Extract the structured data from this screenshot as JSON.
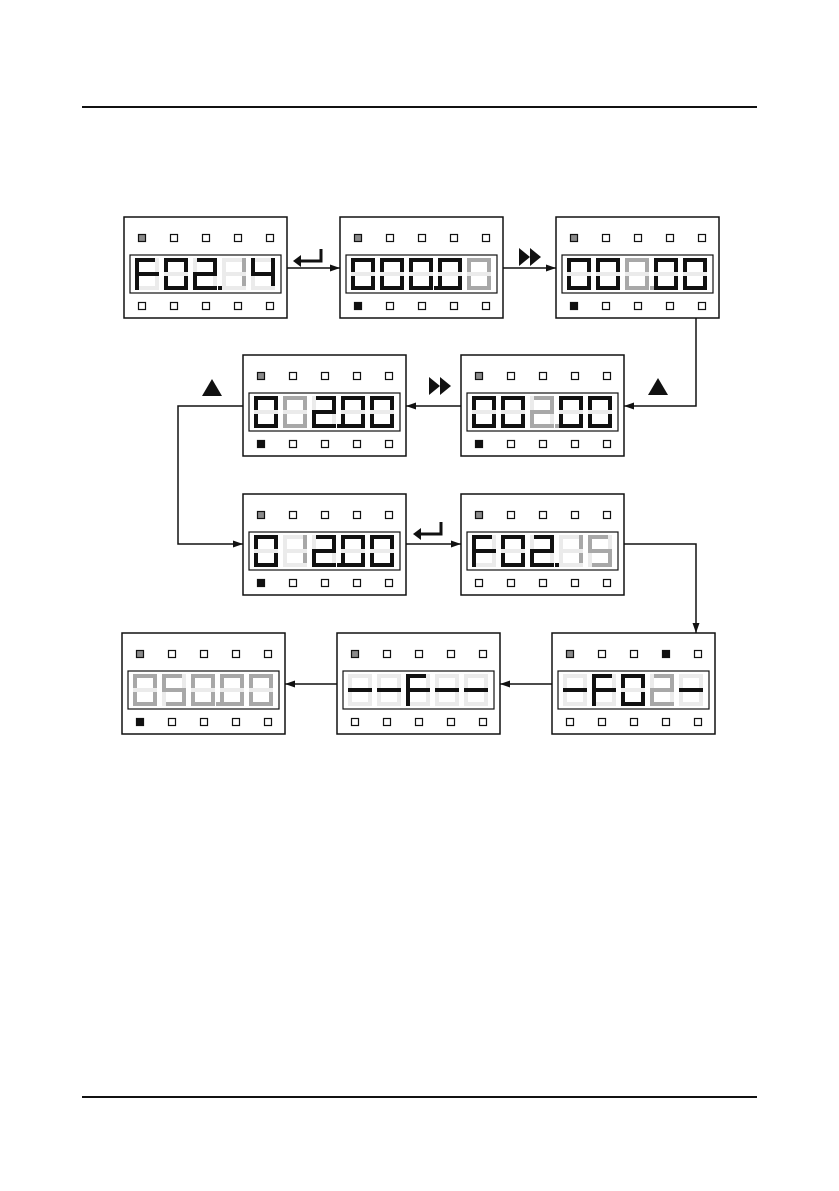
{
  "colors": {
    "lit": "#111111",
    "dim": "#a8a8a8",
    "unlit": "#ebebeb",
    "led_gray": "#8a8a8a",
    "led_on": "#111111",
    "line": "#111111"
  },
  "panels": [
    {
      "id": "p1",
      "digits": [
        {
          "ch": "F",
          "s": "lit"
        },
        {
          "ch": "0",
          "s": "lit"
        },
        {
          "ch": "2",
          "s": "lit",
          "dp": true
        },
        {
          "ch": "1",
          "s": "dim"
        },
        {
          "ch": "4",
          "s": "lit"
        }
      ],
      "top_leds": [
        "gray",
        "off",
        "off",
        "off",
        "off"
      ],
      "bottom_leds": [
        "off",
        "off",
        "off",
        "off",
        "off"
      ]
    },
    {
      "id": "p2",
      "digits": [
        {
          "ch": "0",
          "s": "lit"
        },
        {
          "ch": "0",
          "s": "lit"
        },
        {
          "ch": "0",
          "s": "lit",
          "dp": true
        },
        {
          "ch": "0",
          "s": "lit"
        },
        {
          "ch": "0",
          "s": "dim"
        }
      ],
      "top_leds": [
        "gray",
        "off",
        "off",
        "off",
        "off"
      ],
      "bottom_leds": [
        "on",
        "off",
        "off",
        "off",
        "off"
      ]
    },
    {
      "id": "p3",
      "digits": [
        {
          "ch": "0",
          "s": "lit"
        },
        {
          "ch": "0",
          "s": "lit"
        },
        {
          "ch": "0",
          "s": "dim",
          "dp": true
        },
        {
          "ch": "0",
          "s": "lit"
        },
        {
          "ch": "0",
          "s": "lit"
        }
      ],
      "top_leds": [
        "gray",
        "off",
        "off",
        "off",
        "off"
      ],
      "bottom_leds": [
        "on",
        "off",
        "off",
        "off",
        "off"
      ]
    },
    {
      "id": "p4",
      "digits": [
        {
          "ch": "0",
          "s": "lit"
        },
        {
          "ch": "0",
          "s": "lit"
        },
        {
          "ch": "2",
          "s": "dim",
          "dp": true
        },
        {
          "ch": "0",
          "s": "lit"
        },
        {
          "ch": "0",
          "s": "lit"
        }
      ],
      "top_leds": [
        "gray",
        "off",
        "off",
        "off",
        "off"
      ],
      "bottom_leds": [
        "on",
        "off",
        "off",
        "off",
        "off"
      ]
    },
    {
      "id": "p5",
      "digits": [
        {
          "ch": "0",
          "s": "lit"
        },
        {
          "ch": "0",
          "s": "dim"
        },
        {
          "ch": "2",
          "s": "lit",
          "dp": true
        },
        {
          "ch": "0",
          "s": "lit"
        },
        {
          "ch": "0",
          "s": "lit"
        }
      ],
      "top_leds": [
        "gray",
        "off",
        "off",
        "off",
        "off"
      ],
      "bottom_leds": [
        "on",
        "off",
        "off",
        "off",
        "off"
      ]
    },
    {
      "id": "p6",
      "digits": [
        {
          "ch": "0",
          "s": "lit"
        },
        {
          "ch": "1",
          "s": "dim"
        },
        {
          "ch": "2",
          "s": "lit",
          "dp": true
        },
        {
          "ch": "0",
          "s": "lit"
        },
        {
          "ch": "0",
          "s": "lit"
        }
      ],
      "top_leds": [
        "gray",
        "off",
        "off",
        "off",
        "off"
      ],
      "bottom_leds": [
        "on",
        "off",
        "off",
        "off",
        "off"
      ]
    },
    {
      "id": "p7",
      "digits": [
        {
          "ch": "F",
          "s": "lit"
        },
        {
          "ch": "0",
          "s": "lit"
        },
        {
          "ch": "2",
          "s": "lit",
          "dp": true
        },
        {
          "ch": "1",
          "s": "dim"
        },
        {
          "ch": "5",
          "s": "dim"
        }
      ],
      "top_leds": [
        "gray",
        "off",
        "off",
        "off",
        "off"
      ],
      "bottom_leds": [
        "off",
        "off",
        "off",
        "off",
        "off"
      ]
    },
    {
      "id": "p8",
      "digits": [
        {
          "ch": "-",
          "s": "lit"
        },
        {
          "ch": "F",
          "s": "lit"
        },
        {
          "ch": "0",
          "s": "lit"
        },
        {
          "ch": "2",
          "s": "dim"
        },
        {
          "ch": "-",
          "s": "lit"
        }
      ],
      "top_leds": [
        "gray",
        "off",
        "off",
        "on",
        "off"
      ],
      "bottom_leds": [
        "off",
        "off",
        "off",
        "off",
        "off"
      ]
    },
    {
      "id": "p9",
      "digits": [
        {
          "ch": "-",
          "s": "lit"
        },
        {
          "ch": "-",
          "s": "lit"
        },
        {
          "ch": "F",
          "s": "lit"
        },
        {
          "ch": "-",
          "s": "lit"
        },
        {
          "ch": "-",
          "s": "lit"
        }
      ],
      "top_leds": [
        "gray",
        "off",
        "off",
        "off",
        "off"
      ],
      "bottom_leds": [
        "off",
        "off",
        "off",
        "off",
        "off"
      ]
    },
    {
      "id": "p10",
      "digits": [
        {
          "ch": "0",
          "s": "dim"
        },
        {
          "ch": "5",
          "s": "dim"
        },
        {
          "ch": "0",
          "s": "dim",
          "dp": true
        },
        {
          "ch": "0",
          "s": "dim"
        },
        {
          "ch": "0",
          "s": "dim"
        }
      ],
      "top_leds": [
        "gray",
        "off",
        "off",
        "off",
        "off"
      ],
      "bottom_leds": [
        "on",
        "off",
        "off",
        "off",
        "off"
      ]
    }
  ],
  "keys": [
    {
      "id": "k1",
      "icon": "enter-key-icon"
    },
    {
      "id": "k2",
      "icon": "shift-key-icon"
    },
    {
      "id": "k3",
      "icon": "up-key-icon"
    },
    {
      "id": "k4",
      "icon": "shift-key-icon"
    },
    {
      "id": "k5",
      "icon": "up-key-icon"
    },
    {
      "id": "k6",
      "icon": "enter-key-icon"
    }
  ]
}
